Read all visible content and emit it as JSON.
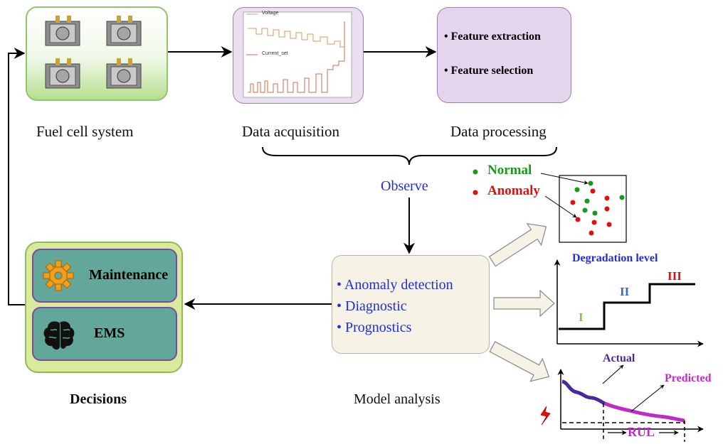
{
  "fuel_cell": {
    "caption": "Fuel cell system"
  },
  "data_acquisition": {
    "caption": "Data acquisition",
    "legend_voltage": "Voltage",
    "legend_current": "Current_set"
  },
  "data_processing": {
    "caption": "Data processing",
    "items": [
      "Feature extraction",
      "Feature selection"
    ]
  },
  "observe_label": "Observe",
  "model_analysis": {
    "caption": "Model analysis",
    "items": [
      "Anomaly detection",
      "Diagnostic",
      "Prognostics"
    ]
  },
  "decisions": {
    "caption": "Decisions",
    "maintenance": "Maintenance",
    "ems": "EMS"
  },
  "anomaly_panel": {
    "normal": "Normal",
    "anomaly": "Anomaly"
  },
  "degradation_panel": {
    "title": "Degradation level",
    "levels": [
      "I",
      "II",
      "III"
    ]
  },
  "rul_panel": {
    "actual": "Actual",
    "predicted": "Predicted",
    "rul": "RUL"
  },
  "colors": {
    "normal": "#1a9a1a",
    "anomaly": "#e01010",
    "blue_text": "#1f2fd8",
    "level_1": "#7ac943",
    "level_2": "#2a6fc9",
    "level_3": "#e01010",
    "actual": "#4a2a9a",
    "predicted": "#c02ac8"
  }
}
